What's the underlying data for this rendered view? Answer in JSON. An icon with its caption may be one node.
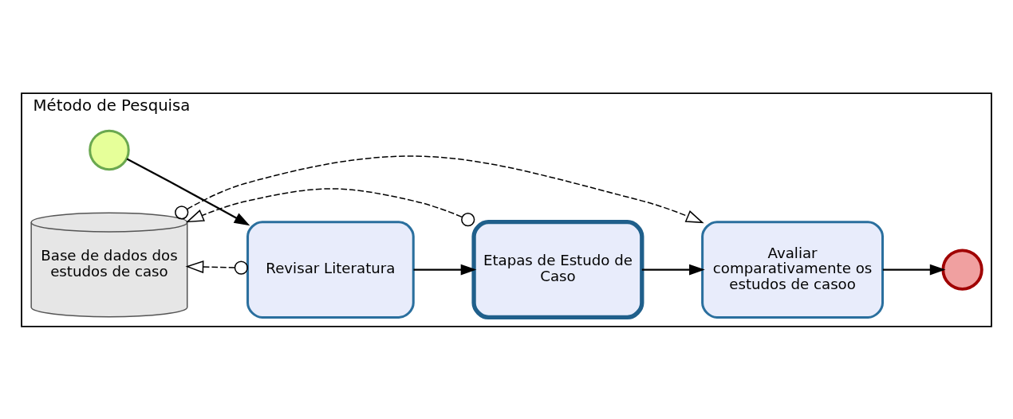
{
  "diagram": {
    "nodes": [
      {
        "text": [
          "Método de Pesquisa"
        ]
      },
      {
        "text": [],
        "shape": "circle",
        "in": 0
      },
      {
        "text": [
          "Revisar Literatura"
        ],
        "in": 0
      },
      {
        "text": [
          "Etapas de Estudo de Caso"
        ],
        "in": 0
      },
      {
        "text": [
          "Avaliar comparativamente os estudos de casoo"
        ],
        "in": 0
      },
      {
        "text": [],
        "shape": "circle",
        "in": 0
      },
      {
        "text": [
          "Base de dados dos estudos de caso"
        ],
        "in": 0
      }
    ],
    "edges": [
      {
        "from": 1,
        "to": 2,
        "arrow": "to"
      },
      {
        "from": 2,
        "to": 3,
        "arrow": "to"
      },
      {
        "from": 3,
        "to": 4,
        "arrow": "to"
      },
      {
        "from": 4,
        "to": 5,
        "arrow": "to"
      },
      {
        "from": 2,
        "to": 6,
        "arrow": "to",
        "style": "dashed"
      },
      {
        "from": 3,
        "to": 6,
        "arrow": "to",
        "style": "dashed"
      },
      {
        "from": 6,
        "to": 4,
        "arrow": "to",
        "style": "dashed"
      }
    ]
  }
}
